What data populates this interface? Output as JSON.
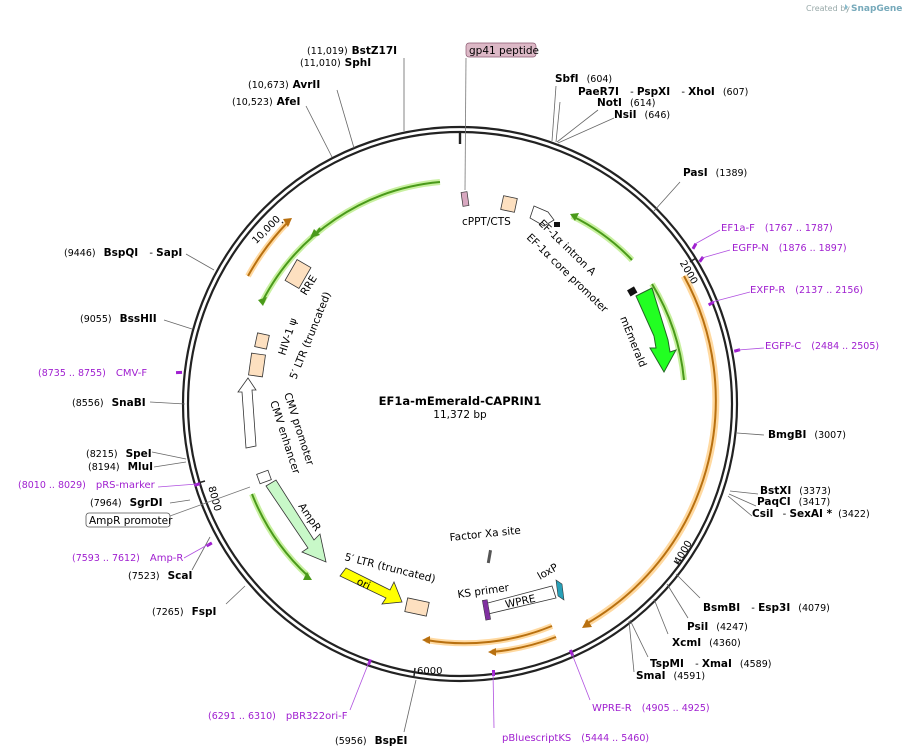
{
  "credit": {
    "prefix": "Created by",
    "brand": "SnapGene"
  },
  "plasmid": {
    "name": "EF1a-mEmerald-CAPRIN1",
    "size_label": "11,372 bp"
  },
  "sites": [
    {
      "id": "bstz17i",
      "name": "BstZ17I",
      "pos": "(11,019)",
      "side": "left"
    },
    {
      "id": "sphi",
      "name": "SphI",
      "pos": "(11,010)",
      "side": "left"
    },
    {
      "id": "avrii",
      "name": "AvrII",
      "pos": "(10,673)",
      "side": "left"
    },
    {
      "id": "afei",
      "name": "AfeI",
      "pos": "(10,523)",
      "side": "left"
    },
    {
      "id": "sbfi",
      "name": "SbfI",
      "pos": "(604)",
      "side": "right"
    },
    {
      "id": "paer7i",
      "name": "PaeR7I",
      "name2": "PspXI",
      "name3": "XhoI",
      "pos": "(607)",
      "side": "right"
    },
    {
      "id": "noti",
      "name": "NotI",
      "pos": "(614)",
      "side": "right"
    },
    {
      "id": "nsii",
      "name": "NsiI",
      "pos": "(646)",
      "side": "right"
    },
    {
      "id": "pasi",
      "name": "PasI",
      "pos": "(1389)",
      "side": "right"
    },
    {
      "id": "bmgbi",
      "name": "BmgBI",
      "pos": "(3007)",
      "side": "right"
    },
    {
      "id": "bstxi",
      "name": "BstXI",
      "pos": "(3373)",
      "side": "right"
    },
    {
      "id": "paqci",
      "name": "PaqCI",
      "pos": "(3417)",
      "side": "right"
    },
    {
      "id": "csii",
      "name": "CsiI",
      "name2": "SexAI *",
      "pos": "(3422)",
      "side": "right"
    },
    {
      "id": "bsmbi",
      "name": "BsmBI",
      "name2": "Esp3I",
      "pos": "(4079)",
      "side": "right"
    },
    {
      "id": "psii",
      "name": "PsiI",
      "pos": "(4247)",
      "side": "right"
    },
    {
      "id": "xcmi",
      "name": "XcmI",
      "pos": "(4360)",
      "side": "right"
    },
    {
      "id": "tspmi",
      "name": "TspMI",
      "name2": "XmaI",
      "pos": "(4589)",
      "side": "right"
    },
    {
      "id": "smai",
      "name": "SmaI",
      "pos": "(4591)",
      "side": "right"
    },
    {
      "id": "bspei",
      "name": "BspEI",
      "pos": "(5956)",
      "side": "left"
    },
    {
      "id": "fspi",
      "name": "FspI",
      "pos": "(7265)",
      "side": "left"
    },
    {
      "id": "scai",
      "name": "ScaI",
      "pos": "(7523)",
      "side": "left"
    },
    {
      "id": "sgrdi",
      "name": "SgrDI",
      "pos": "(7964)",
      "side": "left"
    },
    {
      "id": "mlui",
      "name": "MluI",
      "pos": "(8194)",
      "side": "left"
    },
    {
      "id": "spei",
      "name": "SpeI",
      "pos": "(8215)",
      "side": "left"
    },
    {
      "id": "snabi",
      "name": "SnaBI",
      "pos": "(8556)",
      "side": "left"
    },
    {
      "id": "bsshii",
      "name": "BssHII",
      "pos": "(9055)",
      "side": "left"
    },
    {
      "id": "bspqi",
      "name": "BspQI",
      "name2": "SapI",
      "pos": "(9446)",
      "side": "left"
    }
  ],
  "primers": [
    {
      "id": "ef1a-f",
      "name": "EF1a-F",
      "pos": "(1767 .. 1787)"
    },
    {
      "id": "egfp-n",
      "name": "EGFP-N",
      "pos": "(1876 .. 1897)"
    },
    {
      "id": "exfp-r",
      "name": "EXFP-R",
      "pos": "(2137 .. 2156)"
    },
    {
      "id": "egfp-c",
      "name": "EGFP-C",
      "pos": "(2484 .. 2505)"
    },
    {
      "id": "wpre-r",
      "name": "WPRE-R",
      "pos": "(4905 .. 4925)"
    },
    {
      "id": "pbluescriptks",
      "name": "pBluescriptKS",
      "pos": "(5444 .. 5460)"
    },
    {
      "id": "pbr322ori-f",
      "name": "pBR322ori-F",
      "pos": "(6291 .. 6310)"
    },
    {
      "id": "amp-r",
      "name": "Amp-R",
      "pos": "(7593 .. 7612)"
    },
    {
      "id": "prs-marker",
      "name": "pRS-marker",
      "pos": "(8010 .. 8029)"
    },
    {
      "id": "cmv-f",
      "name": "CMV-F",
      "pos": "(8735 .. 8755)"
    }
  ],
  "features": {
    "gp41": "gp41 peptide",
    "cppt": "cPPT/CTS",
    "intron": "EF-1α intron A",
    "core_promoter": "EF-1α core promoter",
    "memerald": "mEmerald",
    "rre": "RRE",
    "psi": "HIV-1 ψ",
    "ltr5": "5′ LTR (truncated)",
    "cmv_promoter": "CMV promoter",
    "cmv_enhancer": "CMV enhancer",
    "ampr": "AmpR",
    "ampr_promoter": "AmpR promoter",
    "ori": "ori",
    "ltr5_lower": "5′ LTR (truncated)",
    "factor_xa": "Factor Xa site",
    "ks_primer": "KS primer",
    "loxp": "loxP",
    "wpre": "WPRE"
  },
  "ticks": [
    "2000",
    "4000",
    "6000",
    "8000",
    "10,000"
  ],
  "colors": {
    "backbone": "#222222",
    "site_line": "#666666",
    "primer": "#a020d0",
    "memerald_fill": "#22ff22",
    "orf_arrow": "#4a9a1a",
    "orf_glow": "#c8f0a0",
    "orange_arrow": "#b87010",
    "orange_glow": "#ffd9a0",
    "feature_box": "#fde0c0",
    "ori_fill": "#ffff00",
    "ampr_fill": "#c8f8c8",
    "gp41_fill": "#d8a8c0",
    "loxp_fill": "#28a0b8",
    "ks_fill": "#8030a0"
  }
}
